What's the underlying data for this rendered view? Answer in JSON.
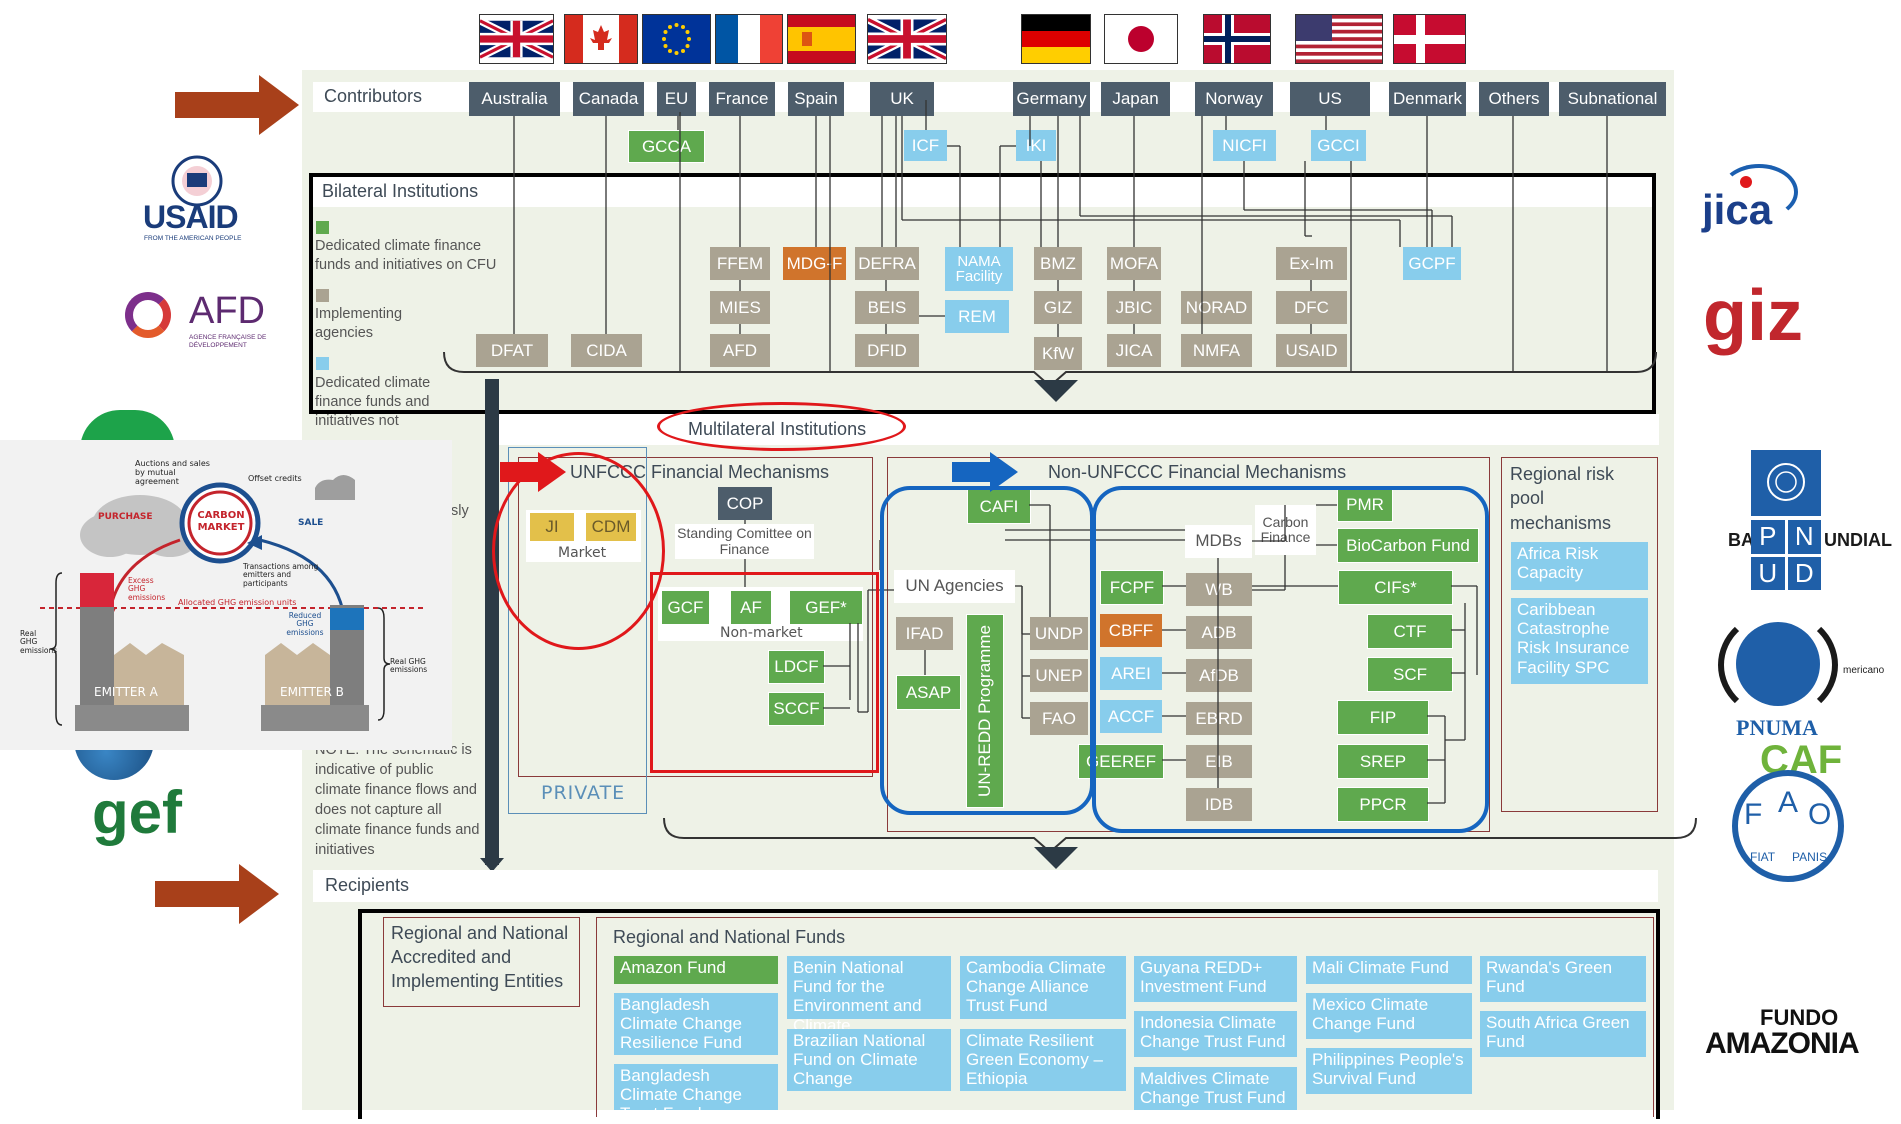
{
  "contributors": {
    "title": "Contributors",
    "countries": [
      "Australia",
      "Canada",
      "EU",
      "France",
      "Spain",
      "UK",
      "Germany",
      "Japan",
      "Norway",
      "US",
      "Denmark",
      "Others",
      "Subnational"
    ],
    "country_funds": [
      "GCCA",
      "ICF",
      "IKI",
      "NICFI",
      "GCCI"
    ]
  },
  "bilateral": {
    "title": "Bilateral Institutions",
    "legend": [
      {
        "color": "#5fa94e",
        "text": "Dedicated climate finance funds and initiatives on CFU"
      },
      {
        "color": "#aaa392",
        "text": "Implementing agencies"
      },
      {
        "color": "#88cdec",
        "text": "Dedicated climate finance funds and initiatives not"
      }
    ],
    "legend_fragment": "sly",
    "boxes": {
      "ffem": "FFEM",
      "mdgf": "MDG-F",
      "defra": "DEFRA",
      "nama": "NAMA Facility",
      "bmz": "BMZ",
      "mofa": "MOFA",
      "exim": "Ex-Im",
      "gcpf": "GCPF",
      "mies": "MIES",
      "beis": "BEIS",
      "rem": "REM",
      "giz": "GIZ",
      "jbic": "JBIC",
      "norad": "NORAD",
      "dfc": "DFC",
      "dfat": "DFAT",
      "cida": "CIDA",
      "afd": "AFD",
      "dfid": "DFID",
      "kfw": "KfW",
      "jica": "JICA",
      "nmfa": "NMFA",
      "usaid": "USAID"
    }
  },
  "multilateral": {
    "title": "Multilateral Institutions",
    "unfccc_title": "UNFCCC Financial Mechanisms",
    "non_unfccc_title": "Non-UNFCCC Financial Mechanisms",
    "regional_title": "Regional risk pool mechanisms",
    "cop": "COP",
    "scf": "Standing Comittee on Finance",
    "ji": "JI",
    "cdm": "CDM",
    "market": "Market",
    "gcf": "GCF",
    "af": "AF",
    "gef": "GEF*",
    "non_market": "Non-market",
    "ldcf": "LDCF",
    "sccf": "SCCF",
    "private": "PRIVATE",
    "cafi": "CAFI",
    "un_agencies": "UN Agencies",
    "ifad": "IFAD",
    "asap": "ASAP",
    "unredd": "UN-REDD Programme",
    "undp": "UNDP",
    "unep": "UNEP",
    "fao": "FAO",
    "mdbs": "MDBs",
    "carbon_finance": "Carbon Finance",
    "pmr": "PMR",
    "biocarbon": "BioCarbon Fund",
    "fcpf": "FCPF",
    "cbff": "CBFF",
    "arei": "AREI",
    "accf": "ACCF",
    "geeref": "GEEREF",
    "wb": "WB",
    "adb": "ADB",
    "afdb": "AfDB",
    "ebrd": "EBRD",
    "eib": "EIB",
    "idb": "IDB",
    "cifs": "CIFs*",
    "ctf": "CTF",
    "scf2": "SCF",
    "fip": "FIP",
    "srep": "SREP",
    "ppcr": "PPCR",
    "regional_items": [
      "Africa Risk Capacity",
      "Caribbean Catastrophe Risk Insurance Facility SPC"
    ],
    "note": "NOTE: The schematic is indicative of public climate finance flows and does not capture all climate finance funds and initiatives"
  },
  "recipients": {
    "title": "Recipients",
    "entities": "Regional and National Accredited and Implementing Entities",
    "funds_title": "Regional and National Funds",
    "funds": [
      [
        "Amazon Fund",
        "Bangladesh Climate Change Resilience Fund",
        "Bangladesh Climate Change Trust Fund"
      ],
      [
        "Benin National Fund for the Environment and Climate",
        "Brazilian National Fund on Climate Change"
      ],
      [
        "Cambodia Climate Change Alliance Trust Fund",
        "Climate Resilient Green Economy – Ethiopia"
      ],
      [
        "Guyana REDD+ Investment Fund",
        "Indonesia Climate Change Trust Fund",
        "Maldives Climate Change Trust Fund"
      ],
      [
        "Mali Climate Fund",
        "Mexico Climate Change Fund",
        "Philippines People's Survival Fund"
      ],
      [
        "Rwanda's Green Fund",
        "South Africa Green Fund"
      ]
    ]
  },
  "logos_left": [
    "USAID",
    "FROM THE AMERICAN PEOPLE",
    "AFD",
    "AGENCE FRANÇAISE DE DÉVELOPPEMENT",
    "gef"
  ],
  "logos_right": [
    "jica",
    "giz",
    "BA",
    "P",
    "N",
    "U",
    "D",
    "UNDIAL",
    "PNUMA",
    "F",
    "A",
    "O",
    "FIAT",
    "PANIS",
    "FUNDO",
    "AMAZONIA",
    "mericano",
    "CAF"
  ],
  "inset": {
    "auctions": "Auctions and sales by mutual agreement",
    "offset": "Offset credits",
    "purchase": "PURCHASE",
    "carbon_market": "CARBON MARKET",
    "sale": "SALE",
    "transactions": "Transactions among emitters and participants",
    "excess": "Excess GHG emissions",
    "allocated": "Allocated GHG emission units",
    "reduced": "Reduced GHG emissions",
    "real_left": "Real GHG emissions",
    "real_right": "Real GHG emissions",
    "emitter_a": "EMITTER A",
    "emitter_b": "EMITTER B"
  },
  "colors": {
    "green": "#5fa94e",
    "taupe": "#aaa392",
    "lightblue": "#88cdec",
    "orange": "#d0742c",
    "yellow": "#e3c04a",
    "slate": "#4d5d6b",
    "panel": "#eef2e7",
    "arrow_brown": "#a8401a",
    "red_highlight": "#e0181b",
    "blue_highlight": "#1565c0"
  }
}
